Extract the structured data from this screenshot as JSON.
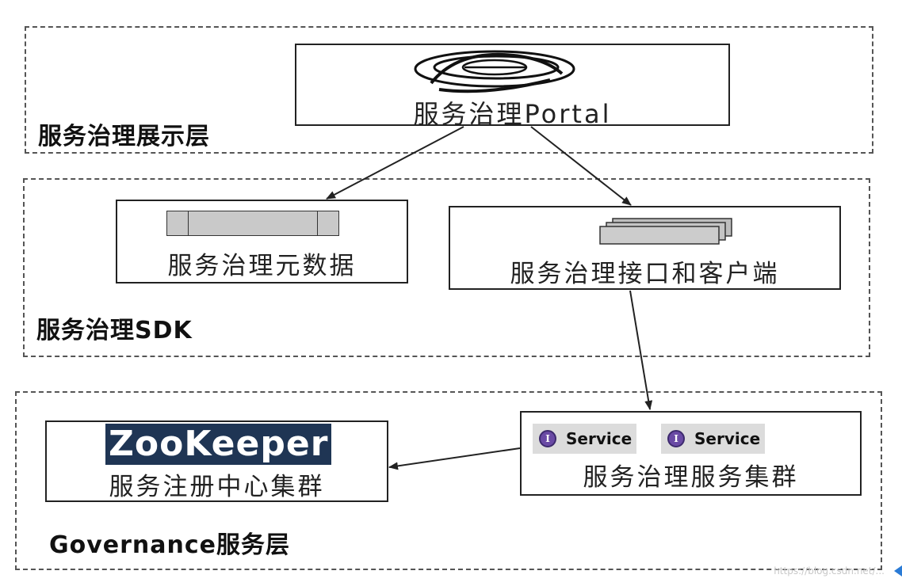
{
  "layers": {
    "display": {
      "label": "服务治理展示层"
    },
    "sdk": {
      "label": "服务治理SDK"
    },
    "service": {
      "label": "Governance服务层"
    }
  },
  "boxes": {
    "portal": {
      "label": "服务治理Portal",
      "icon": "portal-globe-icon"
    },
    "metadata": {
      "label": "服务治理元数据",
      "icon": "metadata-bar-icon"
    },
    "client": {
      "label": "服务治理接口和客户端",
      "icon": "server-stack-icon"
    },
    "registry": {
      "label": "服务注册中心集群",
      "logo_text": "ZooKeeper"
    },
    "cluster": {
      "label": "服务治理服务集群",
      "services": [
        {
          "icon_letter": "I",
          "text": "Service"
        },
        {
          "icon_letter": "I",
          "text": "Service"
        }
      ]
    }
  },
  "watermark": "https://blog.csdn.net/...",
  "colors": {
    "zookeeper_bg": "#1f3554",
    "service_icon": "#6a4aa5",
    "dashed_border": "#555555",
    "metadata_bar": "#c9c9c9"
  }
}
